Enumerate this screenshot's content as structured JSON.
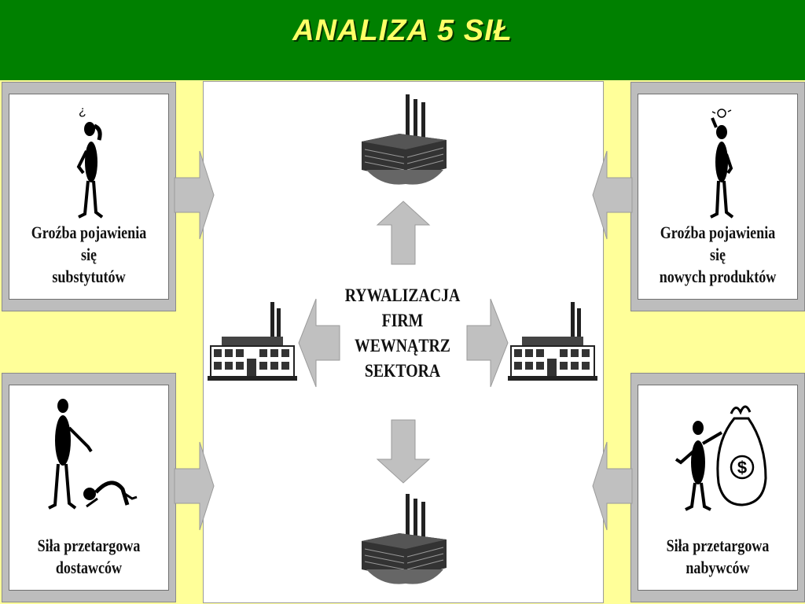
{
  "header": {
    "title": "ANALIZA 5 SIŁ"
  },
  "center": {
    "lines": [
      "RYWALIZACJA",
      "FIRM",
      "WEWNĄTRZ",
      "SEKTORA"
    ]
  },
  "forces": {
    "top_left": {
      "lines": [
        "Groźba pojawienia się",
        "substytutów"
      ]
    },
    "top_right": {
      "lines": [
        "Groźba pojawienia się",
        "nowych produktów"
      ]
    },
    "bottom_left": {
      "lines": [
        "Siła przetargowa",
        "dostawców"
      ]
    },
    "bottom_right": {
      "lines": [
        "Siła przetargowa",
        "nabywców"
      ]
    }
  },
  "icons": {
    "money_bag_symbol": "$",
    "figures": [
      "thinking-person-icon",
      "idea-person-icon",
      "boss-and-kneeling-worker-icon",
      "person-with-money-bag-icon"
    ],
    "factory": "factory-icon"
  },
  "colors": {
    "header_bg": "#008000",
    "title": "#ffff66",
    "background": "#ffff99",
    "arrow_fill": "#c0c0c0"
  }
}
